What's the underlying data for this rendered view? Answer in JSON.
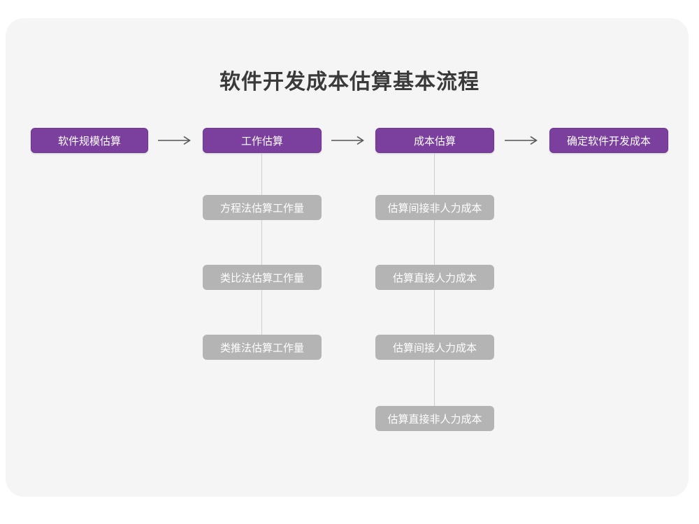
{
  "diagram": {
    "title": "软件开发成本估算基本流程",
    "colors": {
      "page_background": "#ffffff",
      "card_background": "#f5f5f5",
      "primary_node": "#7b3f9e",
      "secondary_node": "#b4b4b4",
      "connector_line": "#cfcfcf",
      "arrow": "#555555",
      "title_text": "#3a3a3a",
      "node_text": "#ffffff"
    },
    "flow": {
      "steps": [
        {
          "label": "软件规模估算",
          "substeps": []
        },
        {
          "label": "工作估算",
          "substeps": [
            "方程法估算工作量",
            "类比法估算工作量",
            "类推法估算工作量"
          ]
        },
        {
          "label": "成本估算",
          "substeps": [
            "估算间接非人力成本",
            "估算直接人力成本",
            "估算间接人力成本",
            "估算直接非人力成本"
          ]
        },
        {
          "label": "确定软件开发成本",
          "substeps": []
        }
      ],
      "connectors": [
        {
          "glyph": "→",
          "name": "arrow-step1-to-step2"
        },
        {
          "glyph": "→",
          "name": "arrow-step2-to-step3"
        },
        {
          "glyph": "→",
          "name": "arrow-step3-to-step4"
        }
      ]
    }
  }
}
